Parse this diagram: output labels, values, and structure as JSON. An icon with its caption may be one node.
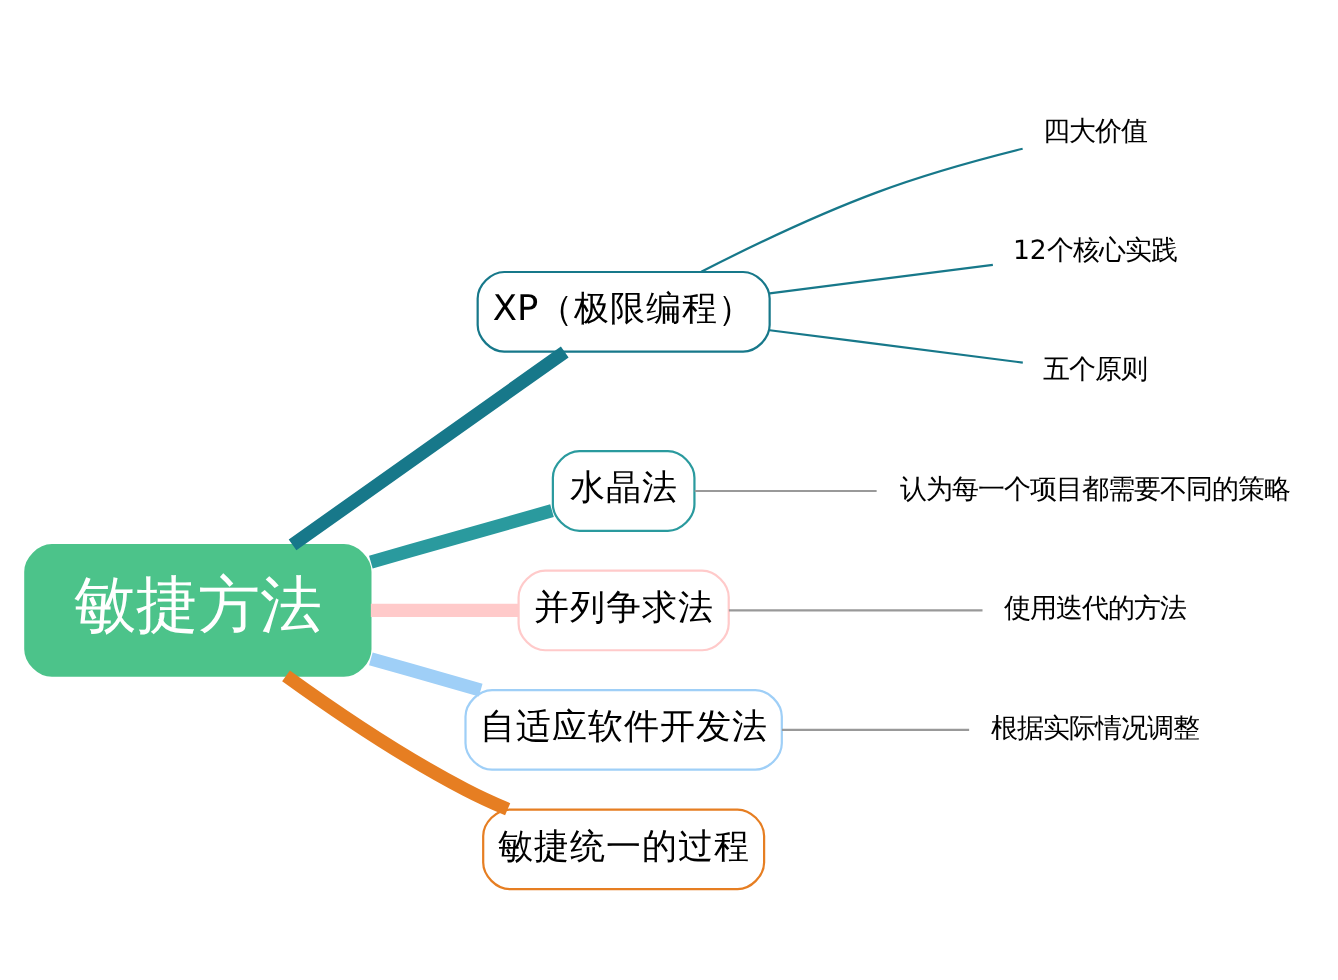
{
  "diagram": {
    "nodes": [
      {
        "text": [
          "敏捷方法"
        ]
      },
      {
        "text": [
          "XP（极限编程）"
        ]
      },
      {
        "text": [
          "四大价值"
        ]
      },
      {
        "text": [
          "12个核心实践"
        ]
      },
      {
        "text": [
          "五个原则"
        ]
      },
      {
        "text": [
          "水晶法"
        ]
      },
      {
        "text": [
          "认为每一个项目都需要不同的策略"
        ]
      },
      {
        "text": [
          "并列争求法"
        ]
      },
      {
        "text": [
          "使用迭代的方法"
        ]
      },
      {
        "text": [
          "自适应软件开发法"
        ]
      },
      {
        "text": [
          "根据实际情况调整"
        ]
      },
      {
        "text": [
          "敏捷统一的过程"
        ]
      }
    ],
    "edges": [
      {
        "from": 0,
        "to": 1,
        "arrow": "none",
        "style": "thick",
        "color": "#17788a"
      },
      {
        "from": 1,
        "to": 2,
        "arrow": "none",
        "color": "#17788a"
      },
      {
        "from": 1,
        "to": 3,
        "arrow": "none",
        "color": "#17788a"
      },
      {
        "from": 1,
        "to": 4,
        "arrow": "none",
        "color": "#17788a"
      },
      {
        "from": 0,
        "to": 5,
        "arrow": "none",
        "style": "thick",
        "color": "#2a9a9e"
      },
      {
        "from": 5,
        "to": 6,
        "arrow": "none",
        "color": "#999999"
      },
      {
        "from": 0,
        "to": 7,
        "arrow": "none",
        "style": "thick",
        "color": "#ffcaca"
      },
      {
        "from": 7,
        "to": 8,
        "arrow": "none",
        "color": "#999999"
      },
      {
        "from": 0,
        "to": 9,
        "arrow": "none",
        "style": "thick",
        "color": "#9fcff7"
      },
      {
        "from": 9,
        "to": 10,
        "arrow": "none",
        "color": "#999999"
      },
      {
        "from": 0,
        "to": 11,
        "arrow": "none",
        "style": "thick",
        "color": "#e67e22"
      }
    ]
  }
}
